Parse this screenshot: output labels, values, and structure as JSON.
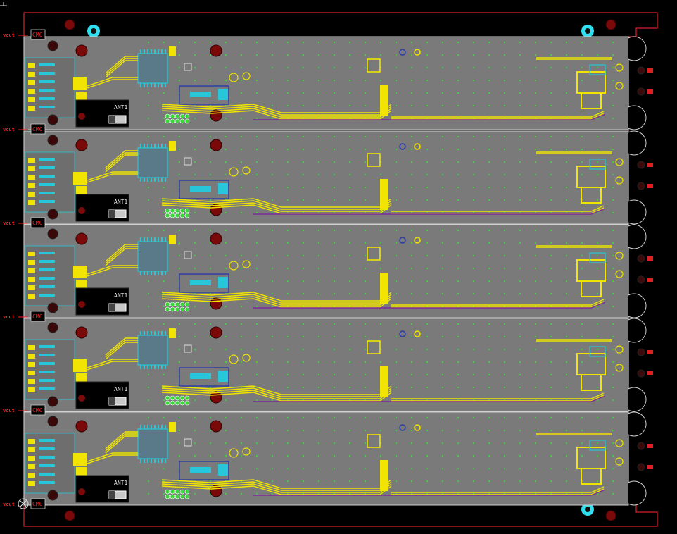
{
  "view": {
    "name": "pcb-panel-layout",
    "colors": {
      "background": "#000000",
      "board_fill": "#7a7a7a",
      "board_outline": "#d0d0d0",
      "panel_outline": "#d8202a",
      "copper_yellow": "#f0e400",
      "copper_cyan": "#27c6d8",
      "copper_blue": "#2a3aa8",
      "copper_purple": "#7a2a9a",
      "via_green": "#38d838",
      "fiducial_red": "#7a0a0a",
      "tooling_cyan": "#30e0f0",
      "pad_white": "#f0f0f0",
      "label_red": "#ff2020"
    }
  },
  "panel": {
    "boards": [
      {
        "id": "board-1",
        "antenna_label": "ANT1",
        "cmc_label": "CMC",
        "vcut_label": "vcut"
      },
      {
        "id": "board-2",
        "antenna_label": "ANT1",
        "cmc_label": "CMC",
        "vcut_label": "vcut"
      },
      {
        "id": "board-3",
        "antenna_label": "ANT1",
        "cmc_label": "CMC",
        "vcut_label": "vcut"
      },
      {
        "id": "board-4",
        "antenna_label": "ANT1",
        "cmc_label": "CMC",
        "vcut_label": "vcut"
      },
      {
        "id": "board-5",
        "antenna_label": "ANT1",
        "cmc_label": "CMC",
        "vcut_label": "vcut"
      }
    ],
    "bottom_cmc_label": "CMC",
    "bottom_vcut_label": "vcut"
  }
}
